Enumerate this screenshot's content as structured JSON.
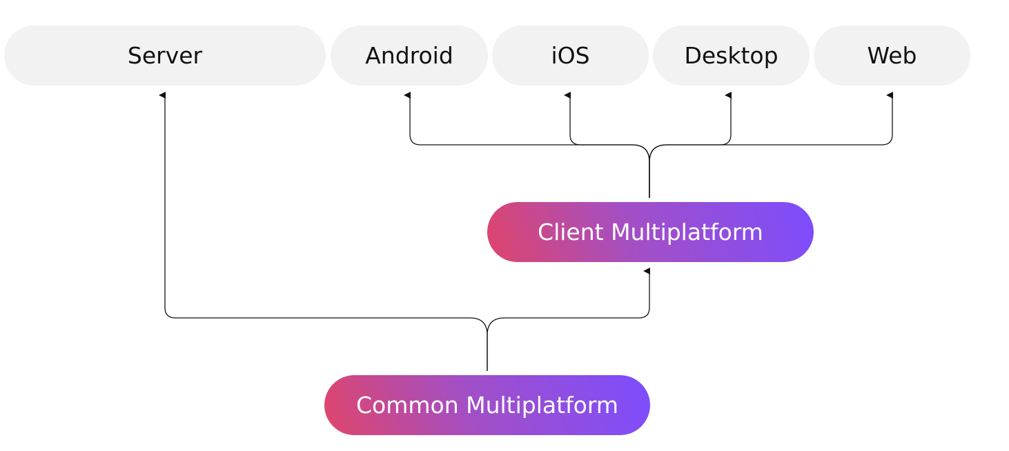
{
  "diagram": {
    "targets": [
      {
        "id": "server",
        "label": "Server"
      },
      {
        "id": "android",
        "label": "Android"
      },
      {
        "id": "ios",
        "label": "iOS"
      },
      {
        "id": "desktop",
        "label": "Desktop"
      },
      {
        "id": "web",
        "label": "Web"
      }
    ],
    "client": {
      "label": "Client Multiplatform"
    },
    "common": {
      "label": "Common Multiplatform"
    },
    "edges": [
      {
        "from": "common",
        "to": "server"
      },
      {
        "from": "common",
        "to": "client"
      },
      {
        "from": "client",
        "to": "android"
      },
      {
        "from": "client",
        "to": "ios"
      },
      {
        "from": "client",
        "to": "desktop"
      },
      {
        "from": "client",
        "to": "web"
      }
    ]
  },
  "colors": {
    "target_fill": "#f2f2f2",
    "target_text": "#111111",
    "gradient_start": "#e0456a",
    "gradient_mid": "#a24fc6",
    "gradient_end": "#7c4dff",
    "source_text": "#ffffff",
    "connector": "#111111"
  }
}
